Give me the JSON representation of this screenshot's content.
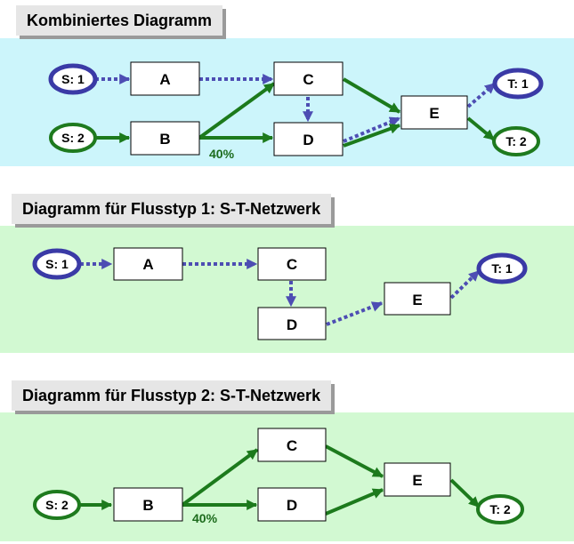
{
  "colors": {
    "panel_top": "#ccf5fb",
    "panel_green": "#d2f9d2",
    "flow1_blue": "#4d4db3",
    "flow2_green": "#1c7a1c"
  },
  "diagram1": {
    "title": "Kombiniertes Diagramm",
    "nodes": {
      "A": "A",
      "B": "B",
      "C": "C",
      "D": "D",
      "E": "E"
    },
    "sources": {
      "s1": "S: 1",
      "s2": "S: 2"
    },
    "sinks": {
      "t1": "T: 1",
      "t2": "T: 2"
    },
    "edge_label": "40%"
  },
  "diagram2": {
    "title": "Diagramm für Flusstyp 1: S-T-Netzwerk",
    "nodes": {
      "A": "A",
      "C": "C",
      "D": "D",
      "E": "E"
    },
    "source": "S: 1",
    "sink": "T: 1"
  },
  "diagram3": {
    "title": "Diagramm für Flusstyp 2: S-T-Netzwerk",
    "nodes": {
      "B": "B",
      "C": "C",
      "D": "D",
      "E": "E"
    },
    "source": "S: 2",
    "sink": "T: 2",
    "edge_label": "40%"
  }
}
